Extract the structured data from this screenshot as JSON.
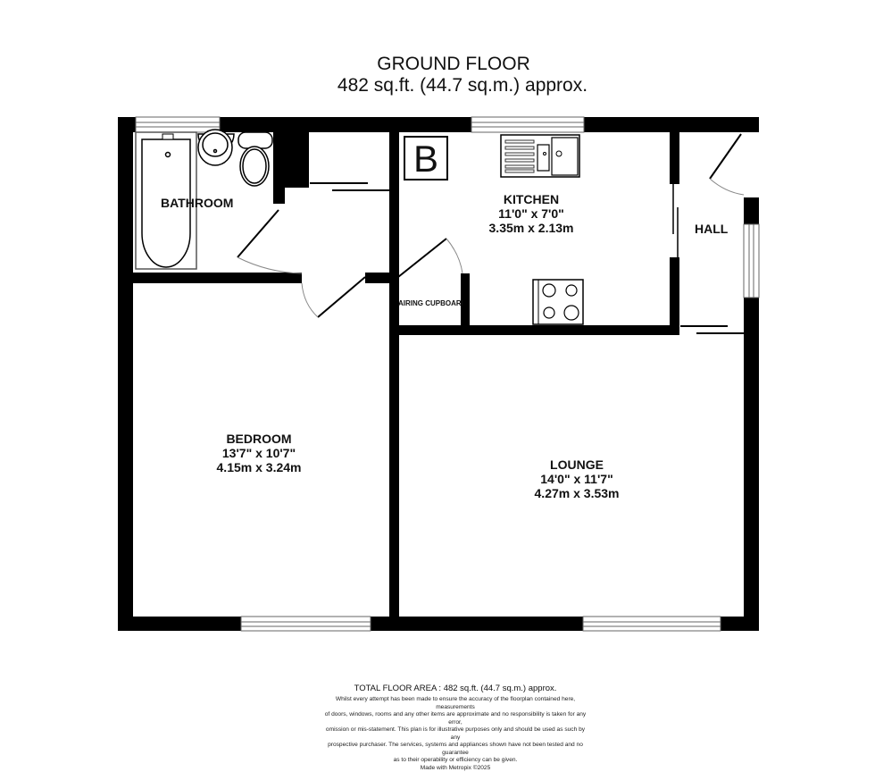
{
  "header": {
    "title": "GROUND FLOOR",
    "area": "482 sq.ft. (44.7 sq.m.) approx."
  },
  "energy_badge": "B",
  "rooms": {
    "bathroom": {
      "name": "BATHROOM"
    },
    "kitchen": {
      "name": "KITCHEN",
      "imperial": "11'0\"  x 7'0\"",
      "metric": "3.35m  x 2.13m"
    },
    "hall": {
      "name": "HALL"
    },
    "airing_cupboard": {
      "name": "AIRING CUPBOARD"
    },
    "bedroom": {
      "name": "BEDROOM",
      "imperial": "13'7\"  x 10'7\"",
      "metric": "4.15m  x 3.24m"
    },
    "lounge": {
      "name": "LOUNGE",
      "imperial": "14'0\"  x 11'7\"",
      "metric": "4.27m  x 3.53m"
    }
  },
  "footer": {
    "total": "TOTAL FLOOR AREA : 482 sq.ft. (44.7 sq.m.) approx.",
    "disclaimer": [
      "Whilst every attempt has been made to ensure the accuracy of the floorplan contained here, measurements",
      "of doors, windows, rooms and any other items are approximate and no responsibility is taken for any error,",
      "omission or mis-statement. This plan is for illustrative purposes only and should be used as such by any",
      "prospective purchaser. The services, systems and appliances shown have not been tested and no guarantee",
      "as to their operability or efficiency can be given.",
      "Made with Metropix ©2025"
    ]
  }
}
